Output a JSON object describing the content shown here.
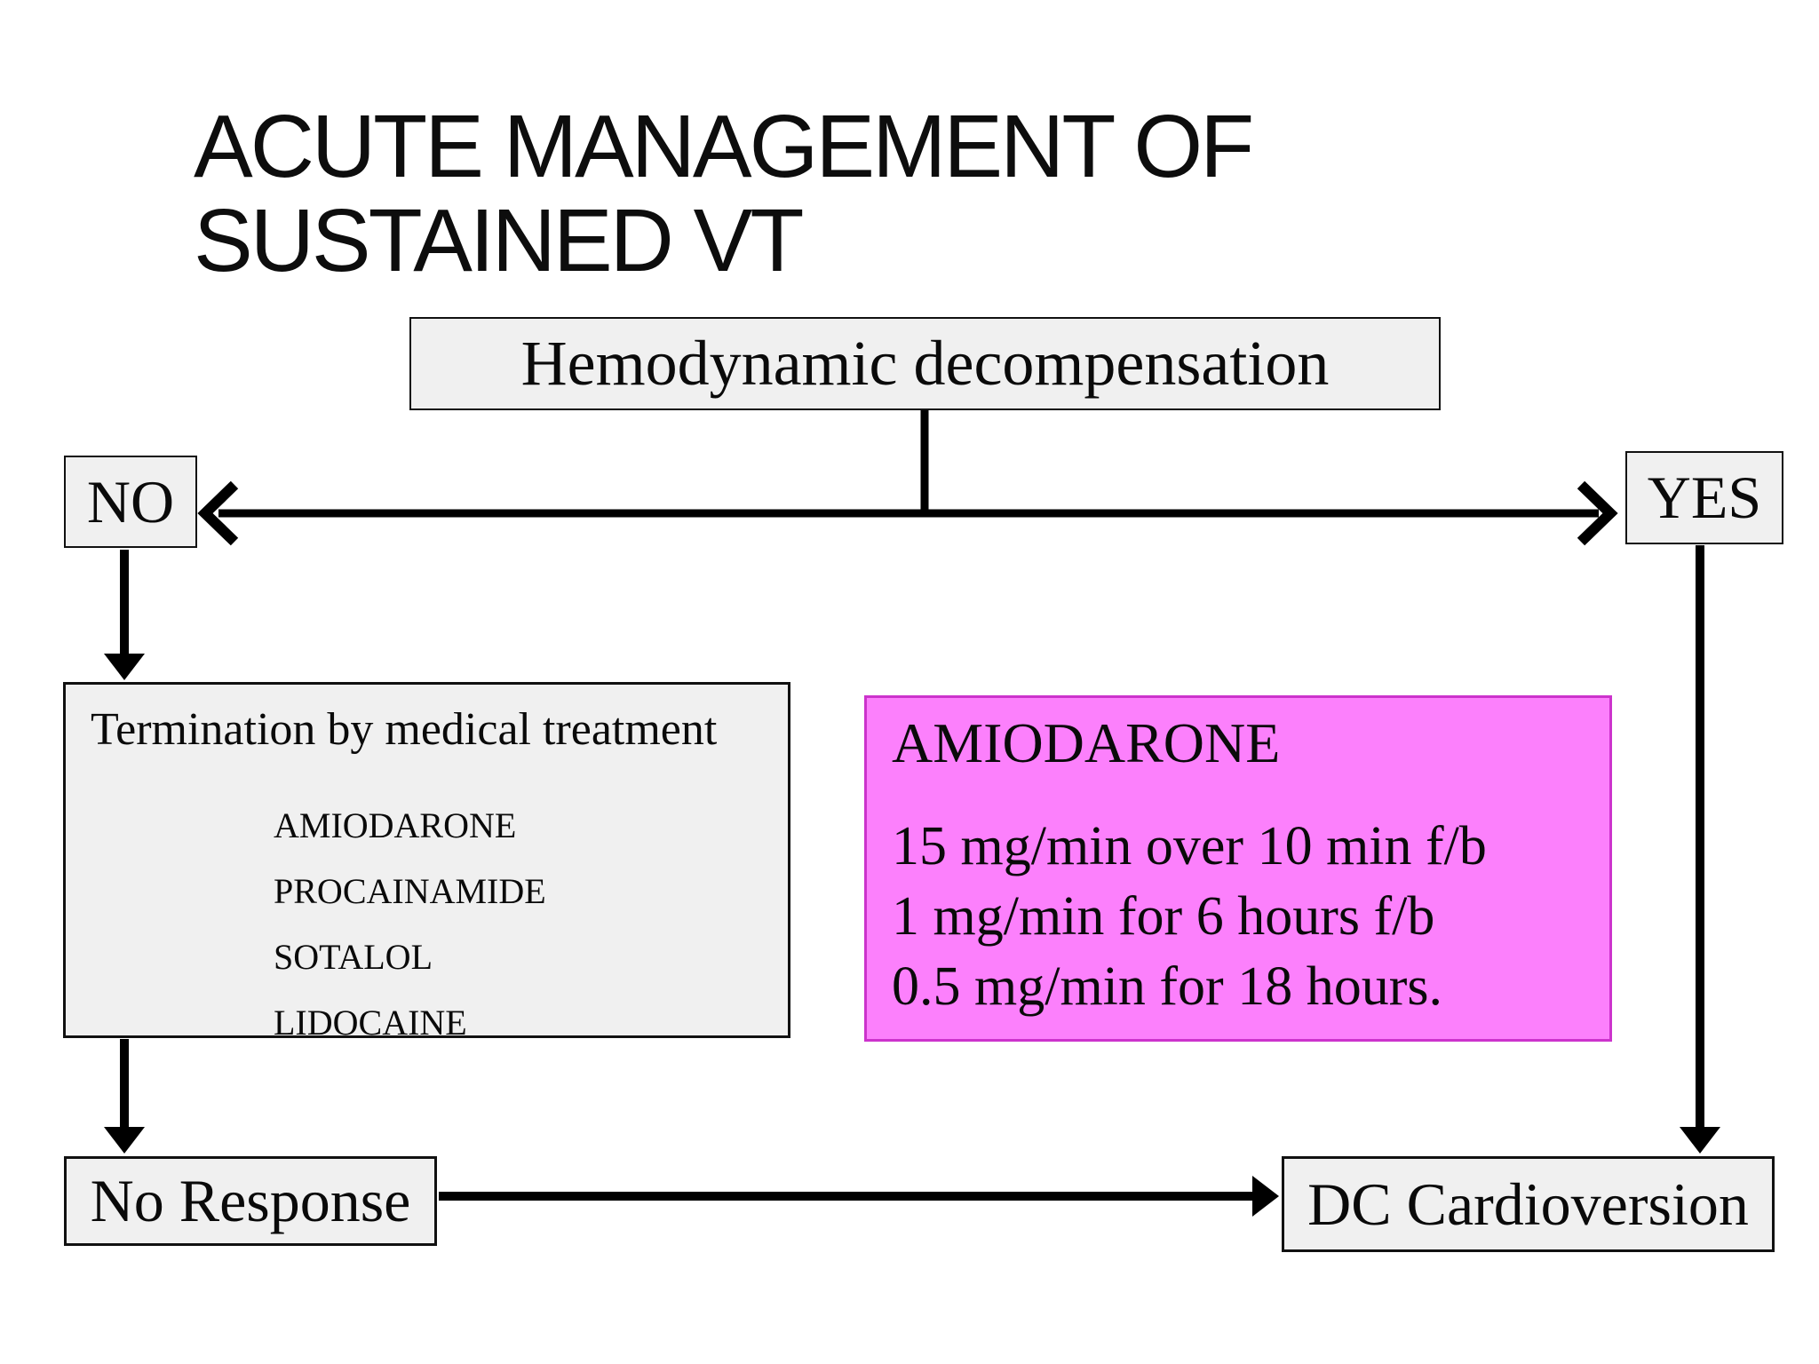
{
  "title": {
    "line1": "ACUTE MANAGEMENT OF",
    "line2": "SUSTAINED VT"
  },
  "nodes": {
    "decision": {
      "label": "Hemodynamic decompensation"
    },
    "no": {
      "label": "NO"
    },
    "yes": {
      "label": "YES"
    },
    "medical": {
      "header": "Termination by medical treatment",
      "drugs": [
        "AMIODARONE",
        "PROCAINAMIDE",
        "SOTALOL",
        "LIDOCAINE"
      ]
    },
    "amiodarone": {
      "header": "AMIODARONE",
      "lines": [
        "15 mg/min over 10 min f/b",
        "1 mg/min for 6 hours f/b",
        "0.5 mg/min for 18 hours."
      ]
    },
    "no_response": {
      "label": "No Response"
    },
    "dc": {
      "label": "DC Cardioversion"
    }
  },
  "colors": {
    "box_fill": "#f0f0f0",
    "box_border": "#111111",
    "highlight_fill": "#fc80fc",
    "highlight_border": "#cc33cc",
    "line": "#000000"
  }
}
